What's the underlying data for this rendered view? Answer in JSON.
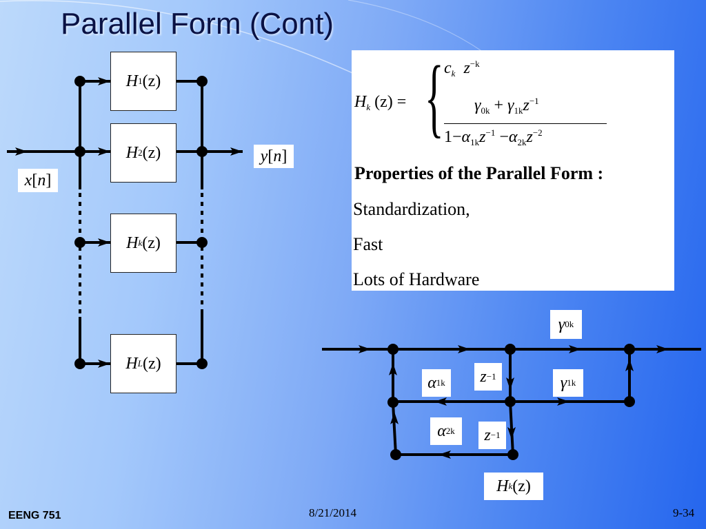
{
  "slide": {
    "title": "Parallel Form (Cont)",
    "footer_left": "EENG 751",
    "footer_date": "8/21/2014",
    "footer_page": "9-34"
  },
  "colors": {
    "background_start": "#bcd9fb",
    "background_end": "#2566ee",
    "title_text": "#0a1244",
    "line": "#000000",
    "box_fill": "#ffffff"
  },
  "parallel_diagram": {
    "input_label": {
      "var": "x",
      "arg": "n"
    },
    "output_label": {
      "var": "y",
      "arg": "n"
    },
    "blocks": [
      {
        "func": "H",
        "sub": "1",
        "arg": "(z)"
      },
      {
        "func": "H",
        "sub": "2",
        "arg": "(z)"
      },
      {
        "func": "H",
        "sub": "k",
        "arg": "(z)"
      },
      {
        "func": "H",
        "sub": "L",
        "arg": "(z)"
      }
    ]
  },
  "equation": {
    "lhs_func": "H",
    "lhs_sub": "k",
    "lhs_rest": "(z) =",
    "case1_coef": "c",
    "case1_coef_sub": "k",
    "case1_var": "z",
    "case1_exp": "−k",
    "num_g0": "γ",
    "num_g0_sub": "0k",
    "num_plus": "+",
    "num_g1": "γ",
    "num_g1_sub": "1k",
    "num_var": "z",
    "num_exp": "−1",
    "den_one": "1",
    "den_minus1": "−",
    "den_a1": "α",
    "den_a1_sub": "1k",
    "den_var1": "z",
    "den_exp1": "−1",
    "den_minus2": "−",
    "den_a2": "α",
    "den_a2_sub": "2k",
    "den_var2": "z",
    "den_exp2": "−2"
  },
  "properties": {
    "heading": "Properties of the Parallel Form :",
    "items": [
      "Standardization,",
      "Fast",
      "Lots of  Hardware"
    ]
  },
  "section_diagram": {
    "gamma0": {
      "sym": "γ",
      "sub": "0k"
    },
    "gamma1": {
      "sym": "γ",
      "sub": "1k"
    },
    "alpha1": {
      "sym": "α",
      "sub": "1k"
    },
    "alpha2": {
      "sym": "α",
      "sub": "2k"
    },
    "delay": {
      "var": "z",
      "exp": "−1"
    },
    "caption": {
      "func": "H",
      "sub": "k",
      "arg": "(z)"
    }
  }
}
